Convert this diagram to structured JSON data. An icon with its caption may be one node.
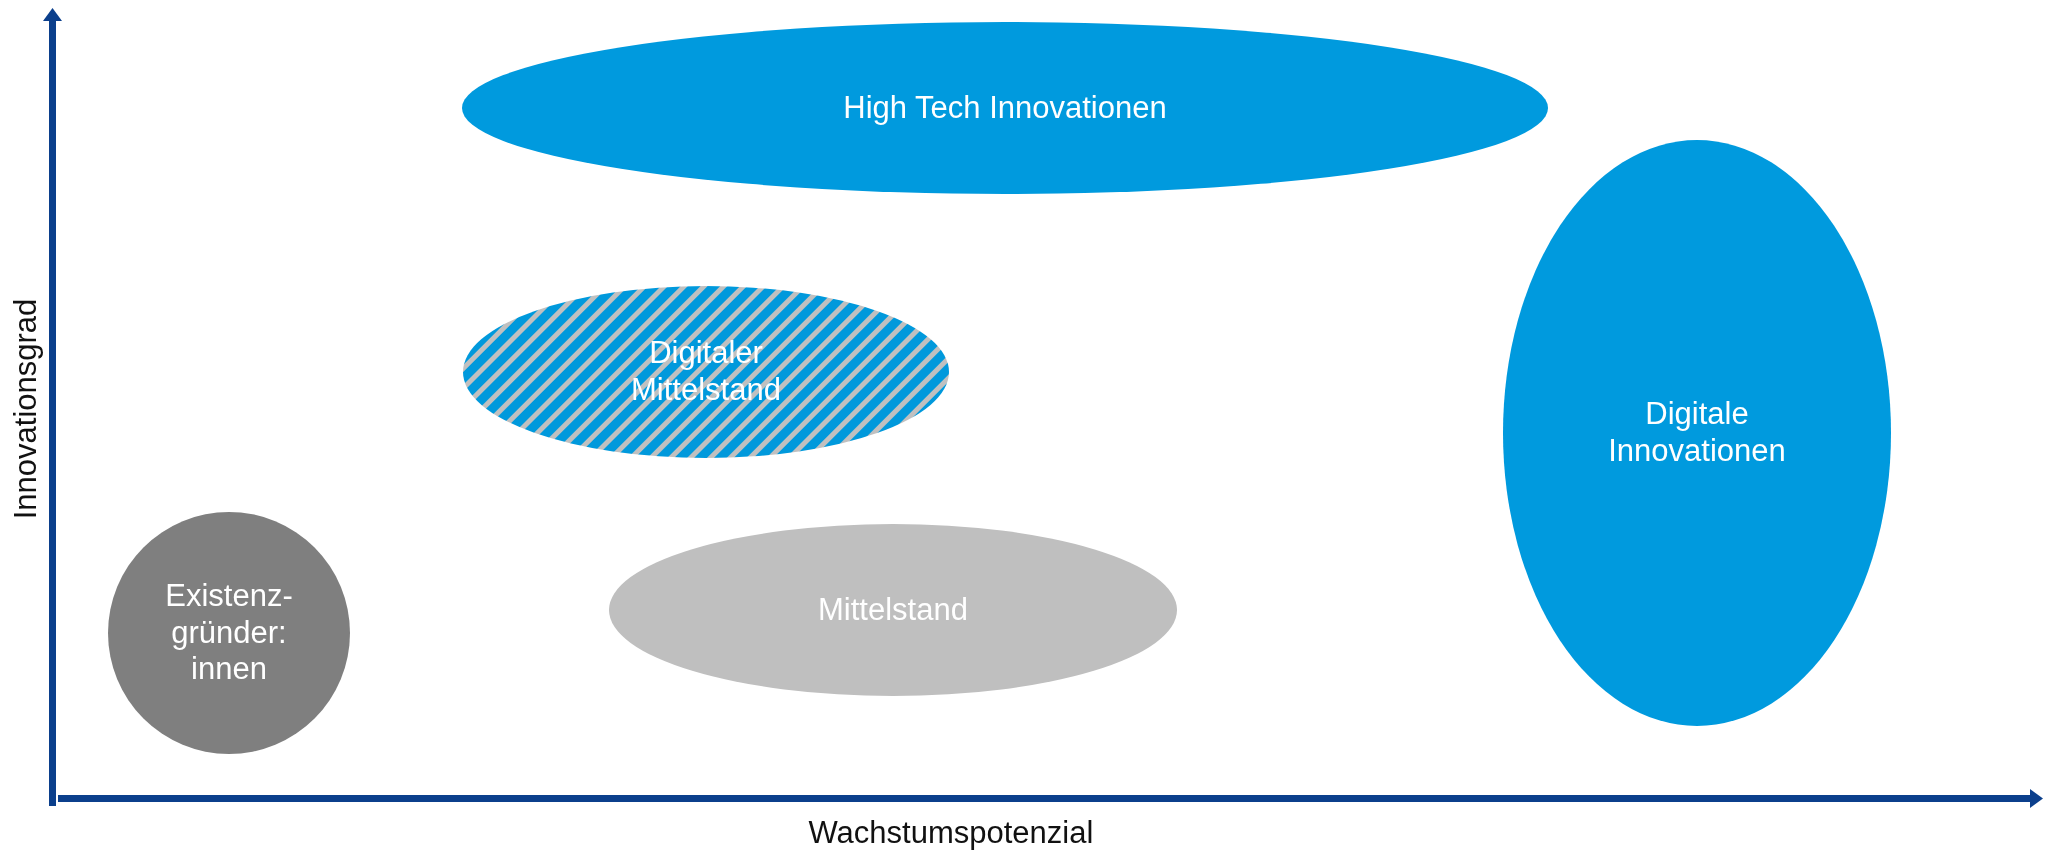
{
  "diagram": {
    "nodes": [
      {
        "text": [
          "High Tech Innovationen"
        ]
      },
      {
        "text": [
          "Digitaler Mittelstand"
        ]
      },
      {
        "text": [
          "Digitale Innovationen"
        ]
      },
      {
        "text": [
          "Existenz- gründer: innen"
        ]
      },
      {
        "text": [
          "Mittelstand"
        ]
      }
    ],
    "labels": [
      "Innovationsgrad",
      "Wachstumspotenzial"
    ]
  }
}
